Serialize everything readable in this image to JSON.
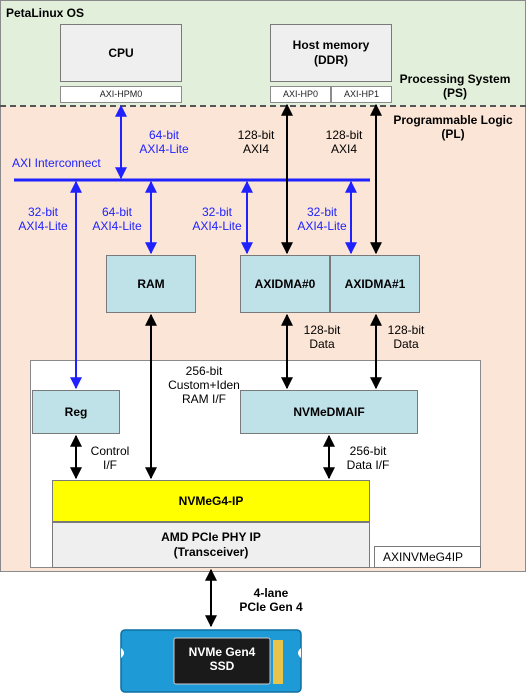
{
  "ps": {
    "os_label": "PetaLinux OS",
    "title_line1": "Processing System",
    "title_line2": "(PS)",
    "cpu": {
      "label": "CPU",
      "port": "AXI-HPM0"
    },
    "host_memory": {
      "line1": "Host memory",
      "line2": "(DDR)",
      "port0": "AXI-HP0",
      "port1": "AXI-HP1"
    }
  },
  "pl": {
    "title_line1": "Programmable Logic",
    "title_line2": "(PL)",
    "interconnect_label": "AXI Interconnect",
    "ram": "RAM",
    "axidma0": "AXIDMA#0",
    "axidma1": "AXIDMA#1",
    "ip_wrapper_label": "AXINVMeG4IP",
    "reg": "Reg",
    "nvmedmaif": "NVMeDMAIF",
    "nvmeg4ip": "NVMeG4-IP",
    "phy_line1": "AMD PCIe PHY IP",
    "phy_line2": "(Transceiver)"
  },
  "connections": {
    "cpu_bus": [
      "64-bit",
      "AXI4-Lite"
    ],
    "hp0_bus": [
      "128-bit",
      "AXI4"
    ],
    "hp1_bus": [
      "128-bit",
      "AXI4"
    ],
    "reg_bus": [
      "32-bit",
      "AXI4-Lite"
    ],
    "ram_bus": [
      "64-bit",
      "AXI4-Lite"
    ],
    "dma0_ctrl": [
      "32-bit",
      "AXI4-Lite"
    ],
    "dma1_ctrl": [
      "32-bit",
      "AXI4-Lite"
    ],
    "dma0_data": [
      "128-bit",
      "Data"
    ],
    "dma1_data": [
      "128-bit",
      "Data"
    ],
    "ram_if": [
      "256-bit",
      "Custom+Iden",
      "RAM I/F"
    ],
    "control_if": [
      "Control",
      "I/F"
    ],
    "data_if": [
      "256-bit",
      "Data I/F"
    ],
    "pcie": [
      "4-lane",
      "PCIe Gen 4"
    ]
  },
  "ssd": {
    "line1": "NVMe Gen4",
    "line2": "SSD"
  },
  "colors": {
    "ps_bg": "#e2efda",
    "pl_bg": "#fbe5d6",
    "block_fill": "#bfe1e8",
    "ip_yellow": "#ffff00",
    "phy_fill": "#efefef",
    "bus_blue": "#1f22ff",
    "ssd_blue": "#1e9ad6"
  }
}
